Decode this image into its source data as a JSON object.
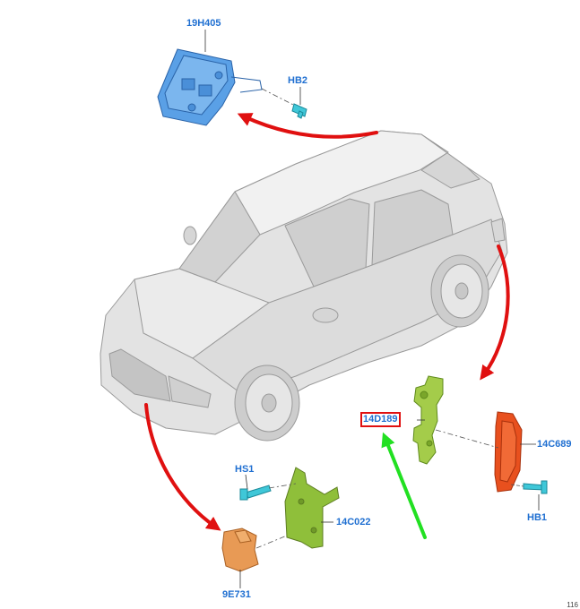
{
  "labels": {
    "module_19H405": "19H405",
    "bolt_HB2": "HB2",
    "bolt_HS1": "HS1",
    "bracket_14C022": "14C022",
    "sensor_9E731": "9E731",
    "bracket_14D189": "14D189",
    "module_14C689": "14C689",
    "bolt_HB1": "HB1"
  },
  "highlighted_label": "14D189",
  "page_number": "116",
  "colors": {
    "label_text": "#1f6fd1",
    "highlight_box": "#e01010",
    "callout_arrow": "#e01010",
    "pointer_arrow": "#22e022",
    "module_19H405": "#5aa0e6",
    "bracket_14C022": "#8fbf3a",
    "sensor_9E731": "#e89a55",
    "bracket_14D189": "#a4cc4a",
    "module_14C689": "#e8501e",
    "fastener": "#3fc7d8",
    "vehicle_body": "#e3e3e3"
  }
}
